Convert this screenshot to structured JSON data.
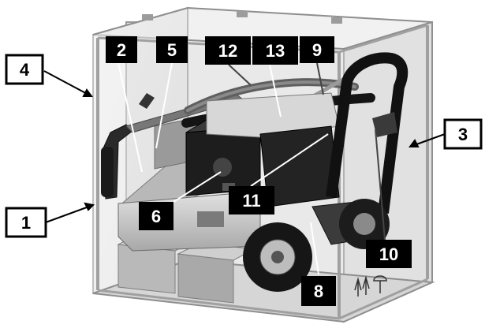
{
  "diagram": {
    "callouts": [
      {
        "id": "c1",
        "label": "1",
        "style": "outline"
      },
      {
        "id": "c2",
        "label": "2",
        "style": "solid"
      },
      {
        "id": "c3",
        "label": "3",
        "style": "outline"
      },
      {
        "id": "c4",
        "label": "4",
        "style": "outline"
      },
      {
        "id": "c5",
        "label": "5",
        "style": "solid"
      },
      {
        "id": "c6",
        "label": "6",
        "style": "solid"
      },
      {
        "id": "c8",
        "label": "8",
        "style": "solid"
      },
      {
        "id": "c9",
        "label": "9",
        "style": "solid"
      },
      {
        "id": "c10",
        "label": "10",
        "style": "solid"
      },
      {
        "id": "c11",
        "label": "11",
        "style": "solid"
      },
      {
        "id": "c12",
        "label": "12",
        "style": "solid"
      },
      {
        "id": "c13",
        "label": "13",
        "style": "solid"
      }
    ],
    "colors": {
      "box_edge": "#8a8a8a",
      "box_fill": "#e6e6e6",
      "machine_dark": "#1c1c1c",
      "machine_mid": "#6d6d6d",
      "machine_light": "#c9c9c9",
      "callout_solid_bg": "#000000",
      "callout_solid_text": "#ffffff",
      "callout_outline_bg": "#ffffff",
      "callout_outline_text": "#000000"
    }
  }
}
